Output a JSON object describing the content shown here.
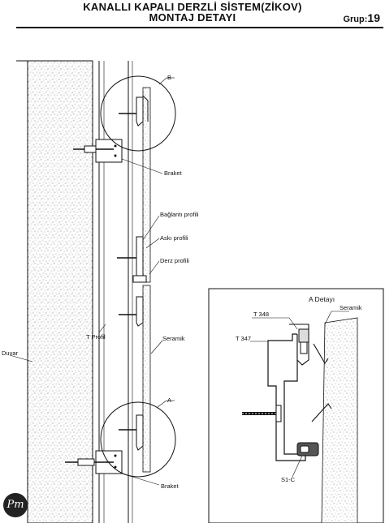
{
  "header": {
    "title_line1": "KANALLI KAPALI DERZLİ SİSTEM(ZİKOV)",
    "title_line2": "MONTAJ DETAYI",
    "grup_label": "Grup:",
    "grup_number": "19"
  },
  "labels": {
    "b": "B",
    "braket_top": "Braket",
    "baglanti_profili": "Bağlantı profili",
    "aski_profili": "Askı profili",
    "derz_profili": "Derz profili",
    "t_profil": "T Profil",
    "seramik": "Seramik",
    "duvar": "Duvar",
    "a": "A",
    "braket_bottom": "Braket"
  },
  "detail": {
    "title": "A Detayı",
    "seramik": "Seramik",
    "t348": "T 348",
    "t347": "T 347",
    "s1c": "S1-C"
  },
  "logo": {
    "text": "Pm"
  }
}
